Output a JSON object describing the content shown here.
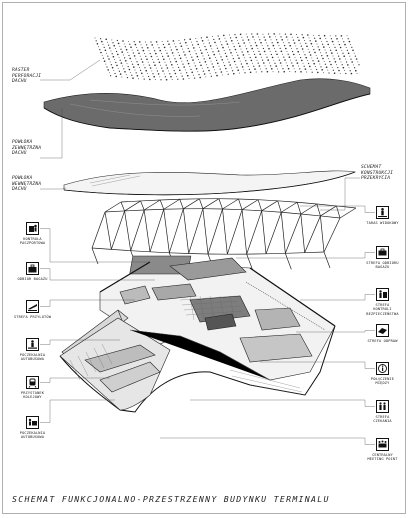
{
  "caption": "SCHEMAT FUNKCJONALNO-PRZESTRZENNY BUDYNKU TERMINALU",
  "layers": {
    "raster": "RASTER\nPERFORACJI\nDACHU",
    "outer_shell": "POWŁOKA\nZEWNĘTRZNA\nDACHU",
    "inner_shell": "POWŁOKA\nWEWNĘTRZNA\nDACHU",
    "structure": "SCHEMAT\nKONSTRUKCJI\nPRZEKRYCIA"
  },
  "left_functions": [
    {
      "icon": "passport-control-icon",
      "label": "KONTROLA PASZPORTOWA"
    },
    {
      "icon": "baggage-icon",
      "label": "ODBIÓR BAGAŻU"
    },
    {
      "icon": "departures-zone-icon",
      "label": "STREFA PRZYLOTÓW"
    },
    {
      "icon": "ticket-office-icon",
      "label": "POCZEKALNIA AUTOBUSOWA"
    },
    {
      "icon": "train-icon",
      "label": "PRZYSTANEK KOLEJOWY"
    },
    {
      "icon": "bus-waiting-icon",
      "label": "POCZEKALNIA AUTOBUSOWA"
    }
  ],
  "right_functions": [
    {
      "icon": "taxi-icon",
      "label": "TARAS WIDOKOWY"
    },
    {
      "icon": "baggage-drop-icon",
      "label": "STREFA ODBIORU BAGAŻU"
    },
    {
      "icon": "security-check-icon",
      "label": "STREFA KONTROLI BEZPIECZEŃSTWA"
    },
    {
      "icon": "check-in-icon",
      "label": "STREFA ODPRAW"
    },
    {
      "icon": "info-point-icon",
      "label": "POŁĄCZENIE MIĘDZY"
    },
    {
      "icon": "airside-zone-icon",
      "label": "STREFA CZEKANIA"
    },
    {
      "icon": "meeting-point-icon",
      "label": "CENTRALNY MEETING POINT"
    }
  ]
}
